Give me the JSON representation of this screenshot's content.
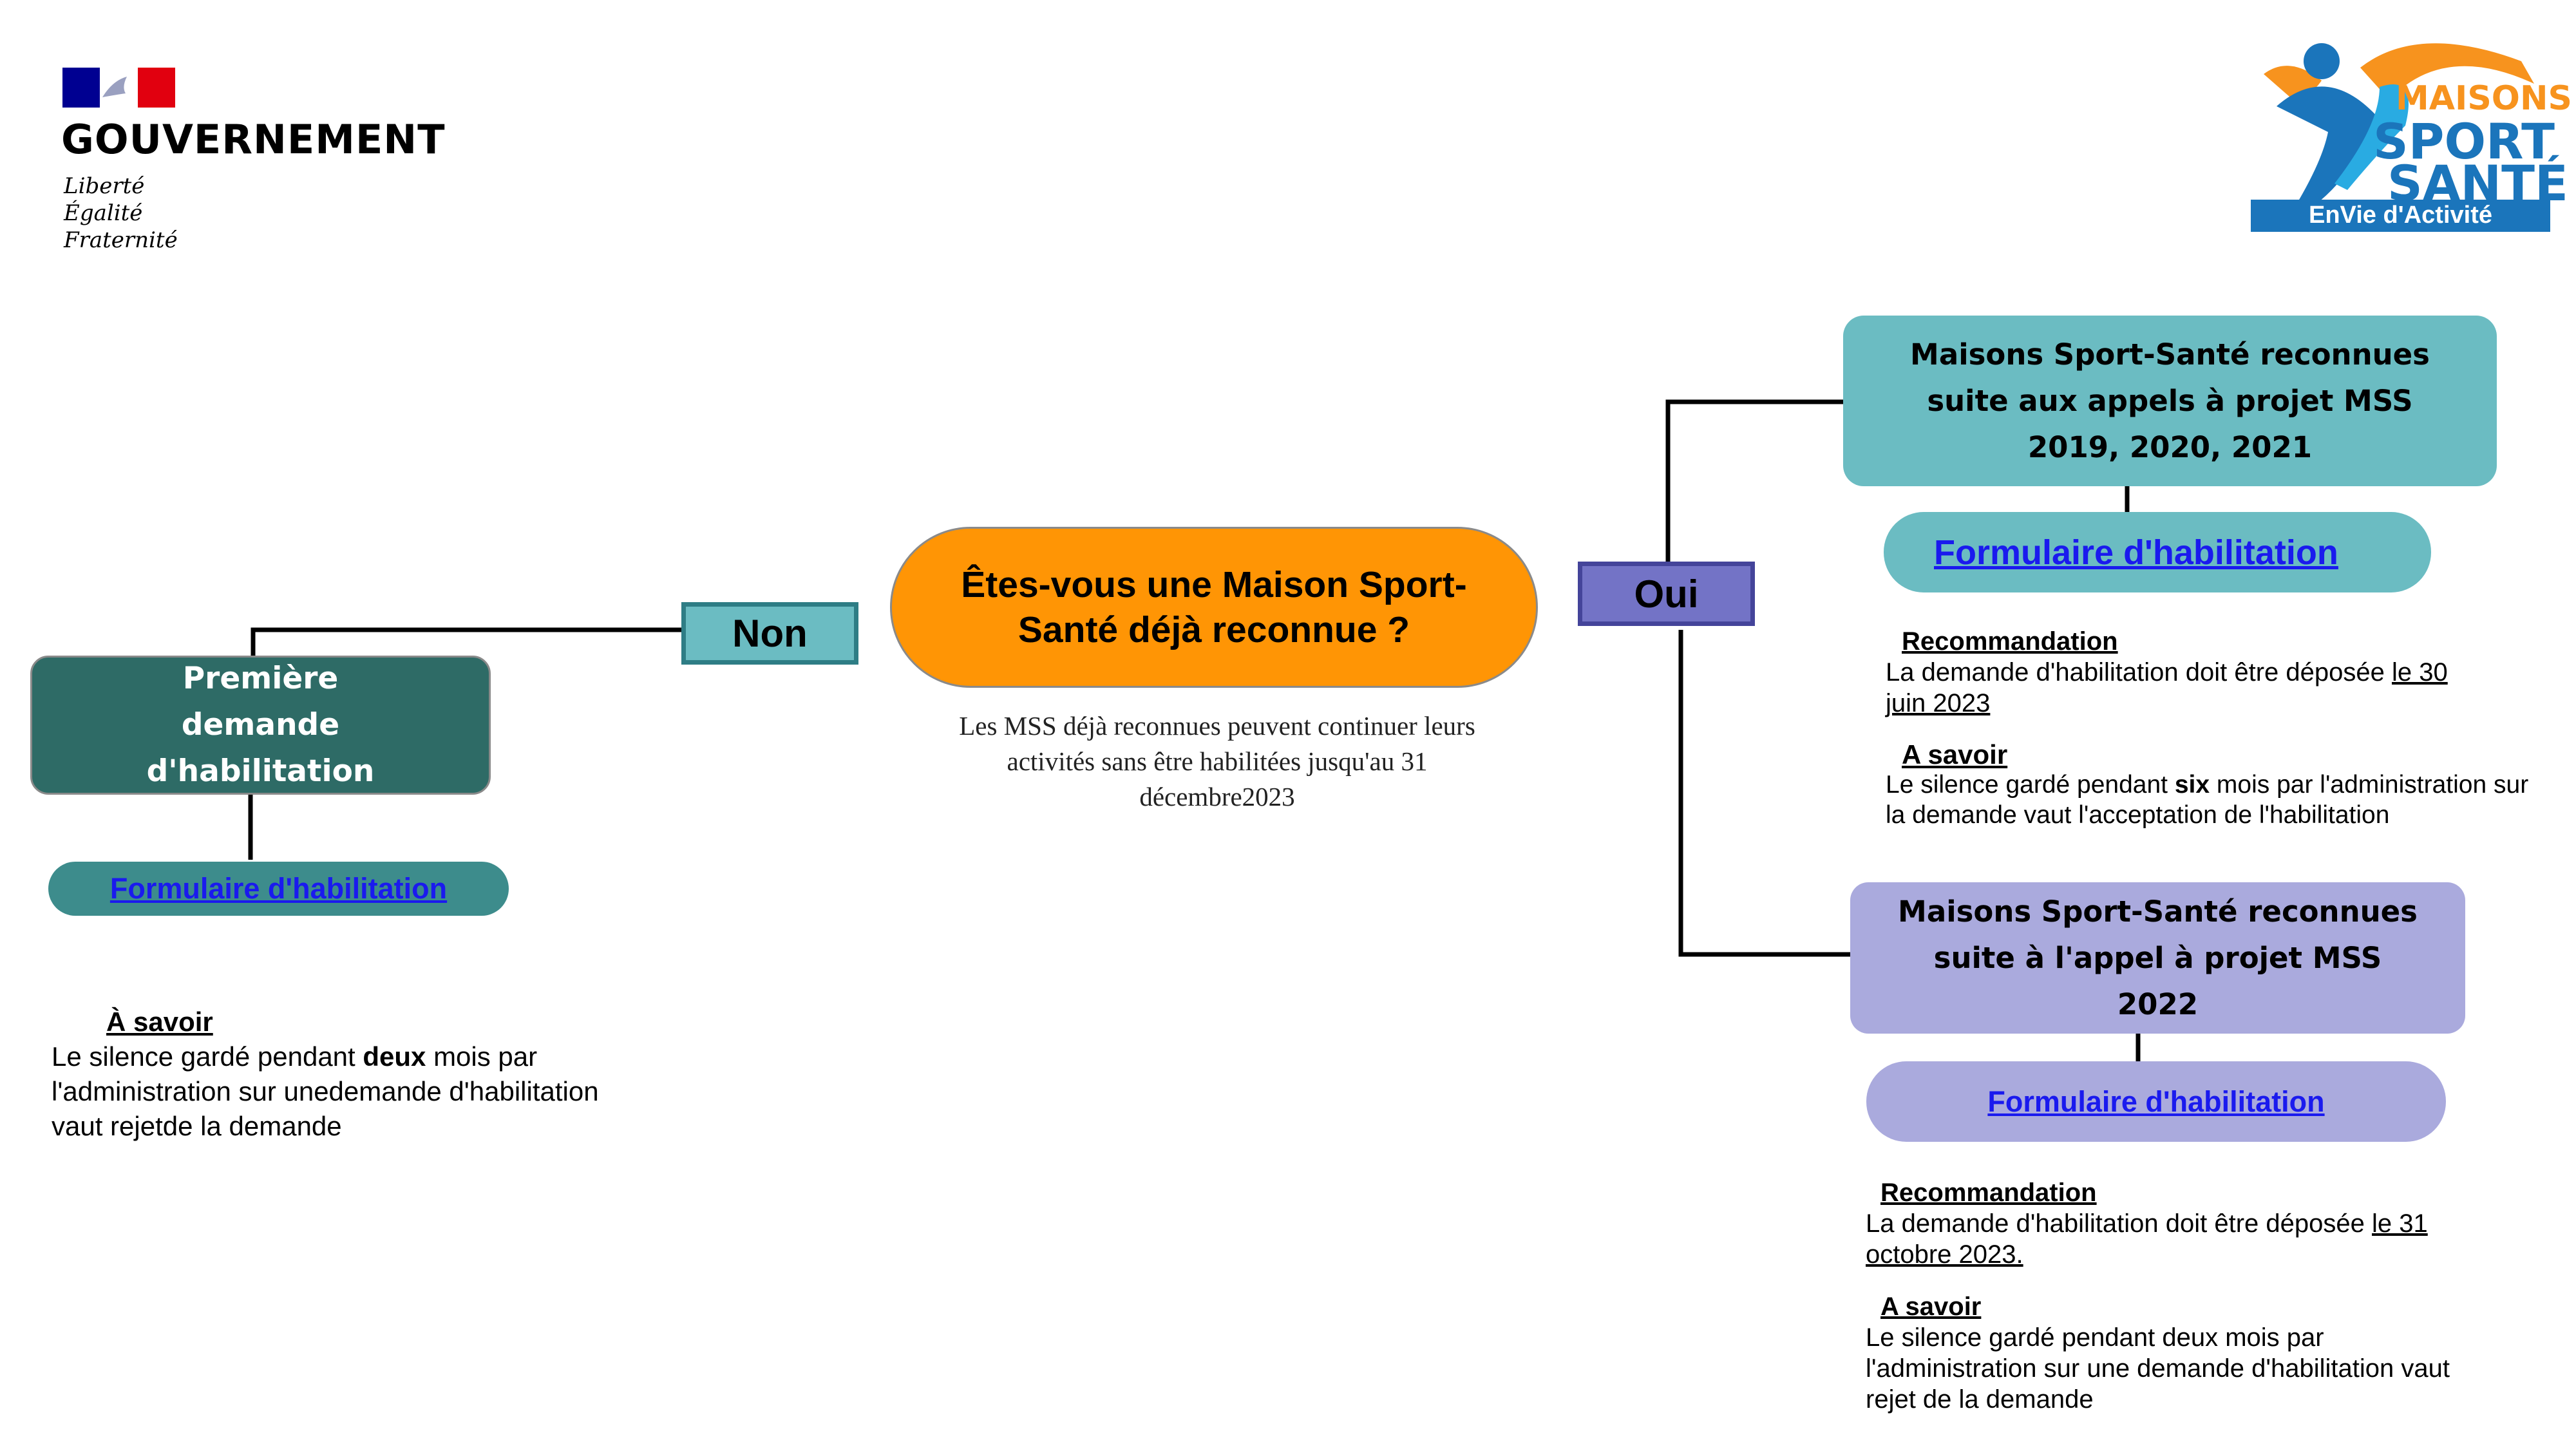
{
  "header": {
    "gov_title": "GOUVERNEMENT",
    "motto": [
      "Liberté",
      "Égalité",
      "Fraternité"
    ],
    "logo_text": [
      "MAISONS",
      "SPORT",
      "SANTÉ",
      "EnVie d'Activité"
    ]
  },
  "center": {
    "question": "Êtes-vous une Maison Sport-Santé déjà reconnue ?",
    "note": "Les MSS déjà reconnues peuvent continuer leurs activités sans être habilitées jusqu'au 31 décembre2023"
  },
  "non": {
    "label": "Non",
    "box": "Première demande d'habilitation",
    "link": "Formulaire d'habilitation",
    "info_title": "À savoir",
    "info_pre": "Le silence gardé pendant ",
    "info_bold": "deux",
    "info_post": " mois par l'administration sur unedemande d'habilitation vaut rejetde la demande"
  },
  "oui": {
    "label": "Oui",
    "box1": "Maisons Sport-Santé reconnues suite aux appels à projet MSS 2019, 2020, 2021",
    "link1": "Formulaire d'habilitation",
    "rec1_title": "Recommandation",
    "rec1_pre": "La demande d'habilitation doit être déposée ",
    "rec1_date": "le 30 juin 2023",
    "info1_title": "A savoir",
    "info1_pre": "Le silence gardé pendant ",
    "info1_bold": "six",
    "info1_post": " mois par l'administration sur la demande vaut l'acceptation de l'habilitation",
    "box2": "Maisons Sport-Santé reconnues suite à l'appel à projet MSS 2022",
    "link2": "Formulaire d'habilitation",
    "rec2_title": "Recommandation",
    "rec2_pre": "La demande d'habilitation doit être déposée ",
    "rec2_date": "le 31 octobre 2023.",
    "info2_title": "A savoir",
    "info2_text": "Le silence gardé pendant deux mois par l'administration sur une demande d'habilitation vaut rejet de la demande"
  },
  "colors": {
    "orange": "#ff9505",
    "dark_teal": "#2e6b66",
    "teal": "#3d8c8c",
    "light_teal": "#6bbcc2",
    "lavender": "#aaaadd",
    "purple": "#7373c6"
  }
}
